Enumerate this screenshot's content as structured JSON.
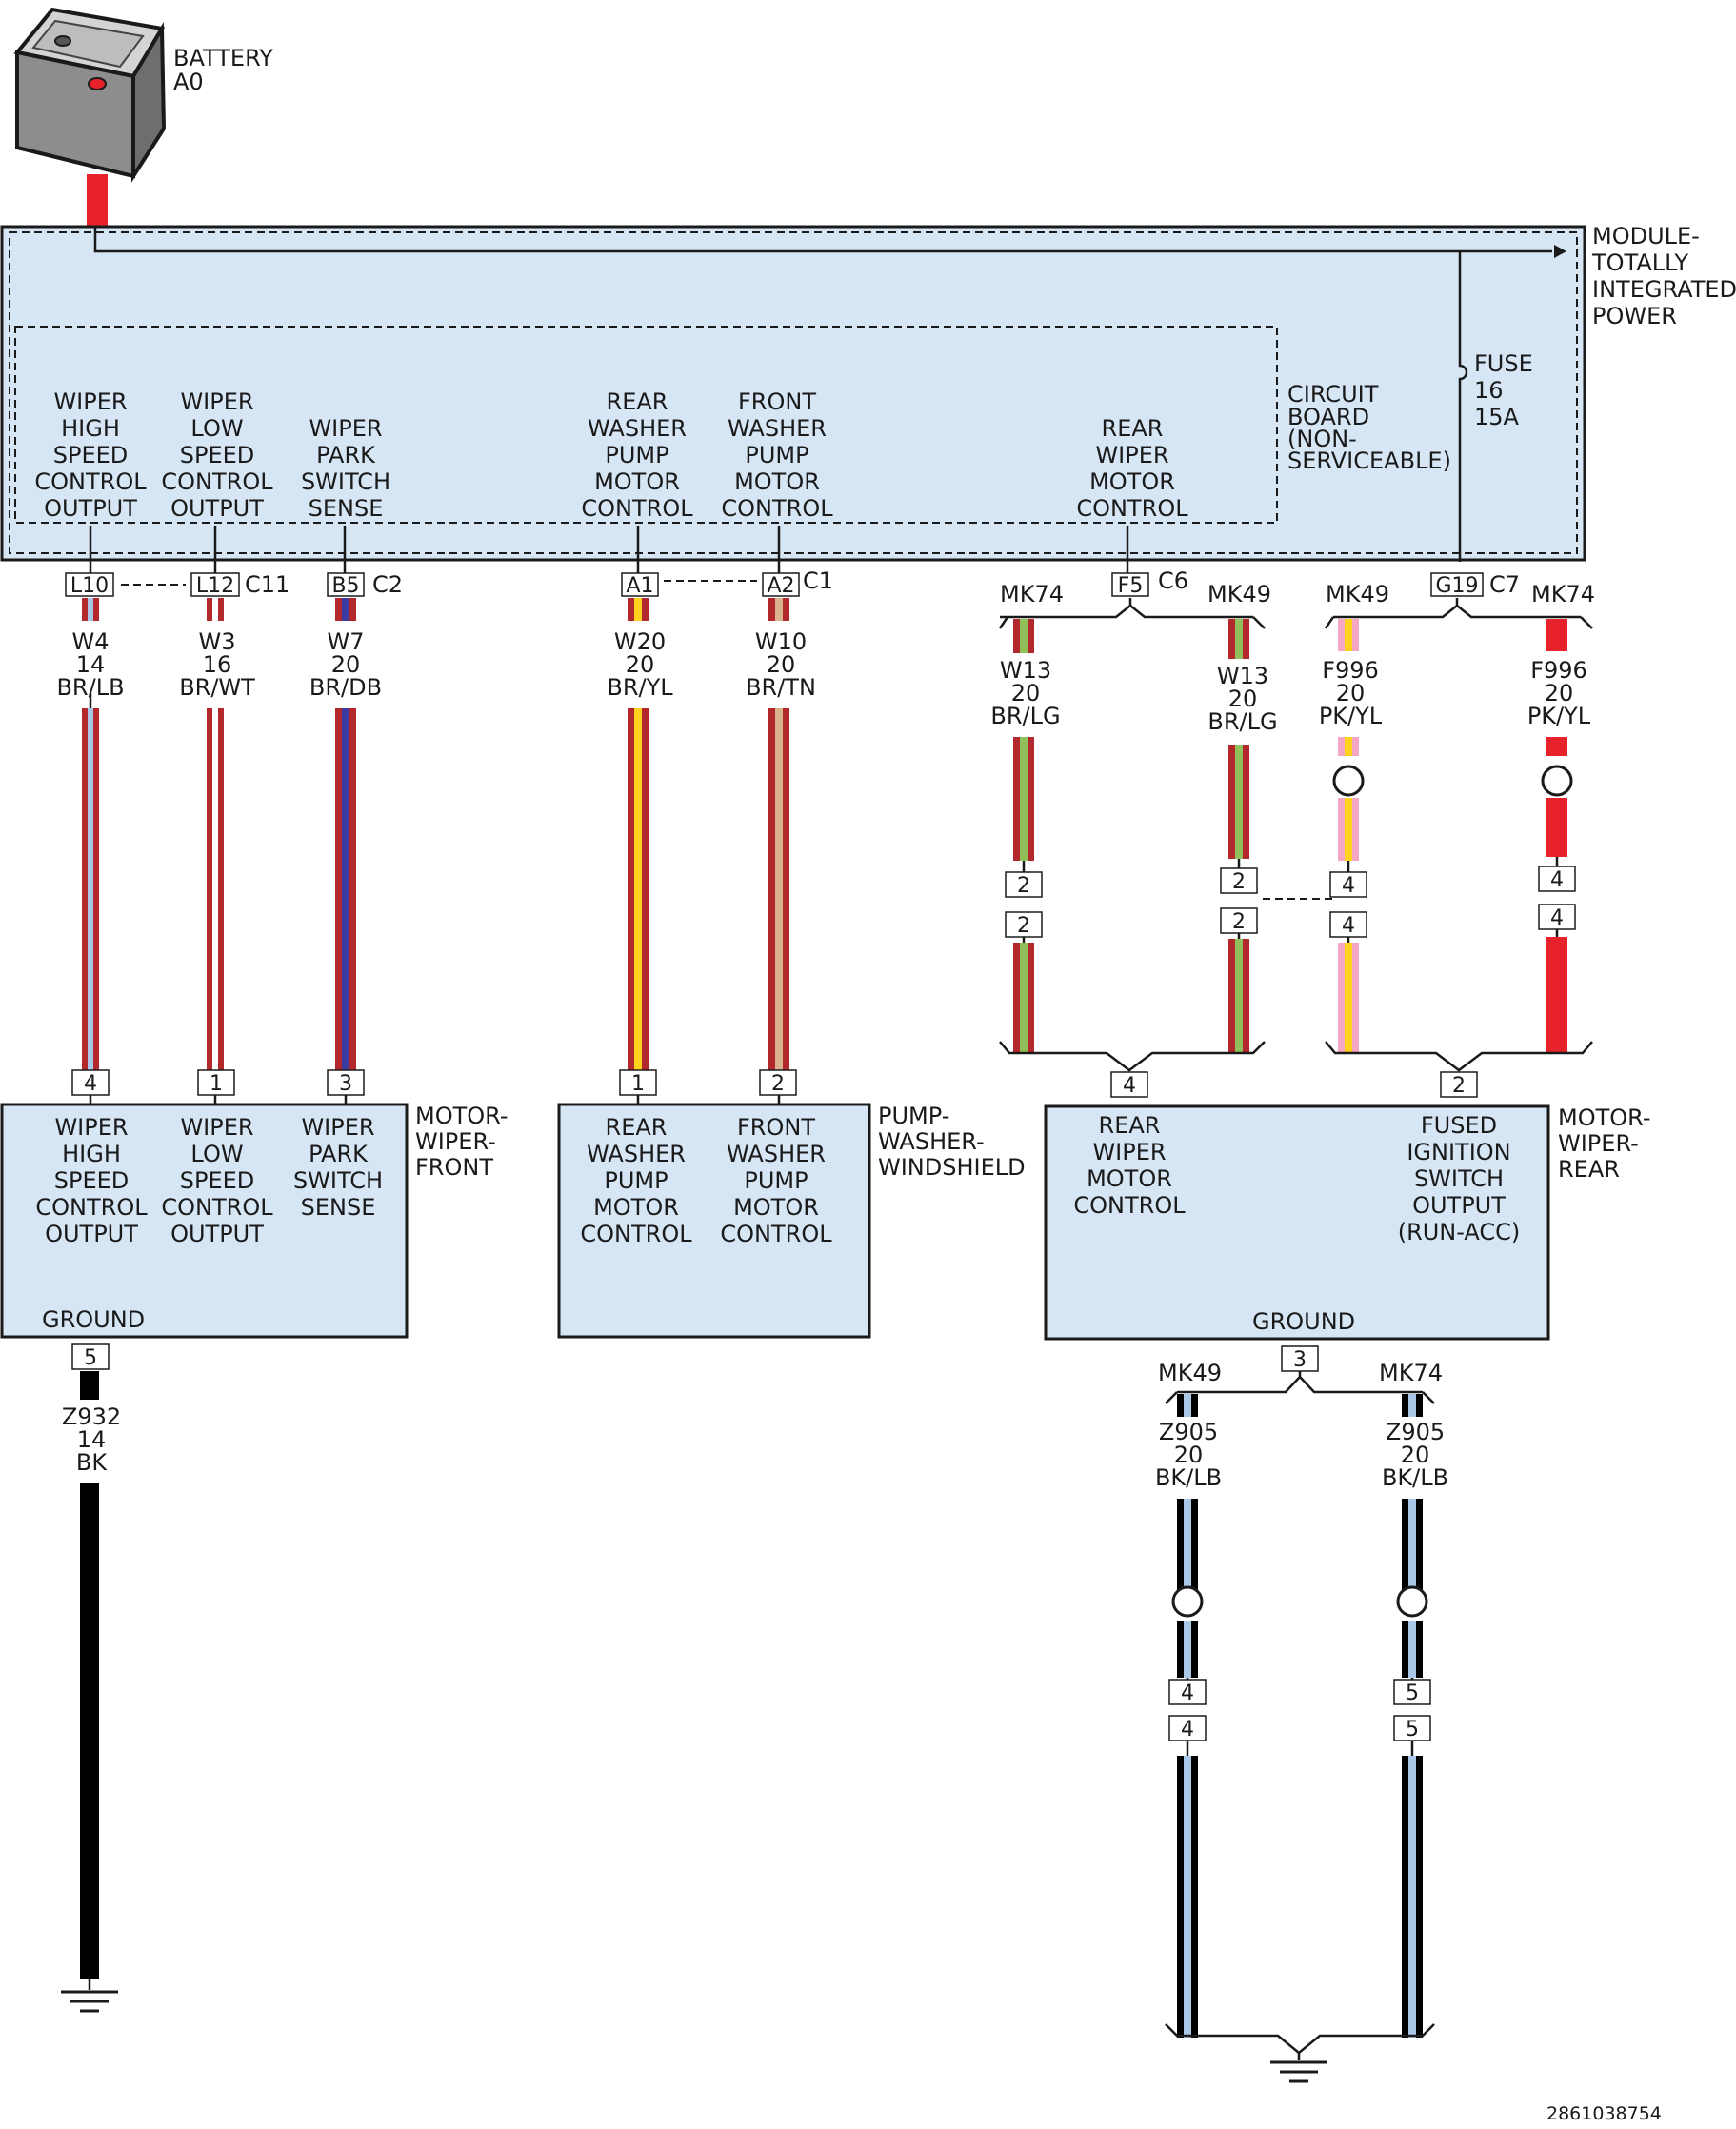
{
  "colors": {
    "panel_fill": "#d6e6f5",
    "battery_feed": "#e8222a",
    "wire_BR": "#b3282d",
    "wire_LB": "#a9c7e6",
    "wire_WT": "#ffffff",
    "wire_DB": "#3a3aa0",
    "wire_YL": "#ffd21f",
    "wire_TN": "#d9b38c",
    "wire_LG": "#8fc05a",
    "wire_PK": "#f4a6c4",
    "wire_BK": "#000000"
  },
  "battery": {
    "name": "BATTERY",
    "id": "A0"
  },
  "tipm": {
    "title_lines": [
      "MODULE-",
      "TOTALLY",
      "INTEGRATED",
      "POWER"
    ],
    "circuit_board_lines": [
      "CIRCUIT",
      "BOARD",
      "(NON-",
      "SERVICEABLE)"
    ],
    "fuse_lines": [
      "FUSE",
      "16",
      "15A"
    ],
    "functions": [
      [
        "WIPER",
        "HIGH",
        "SPEED",
        "CONTROL",
        "OUTPUT"
      ],
      [
        "WIPER",
        "LOW",
        "SPEED",
        "CONTROL",
        "OUTPUT"
      ],
      [
        "WIPER",
        "PARK",
        "SWITCH",
        "SENSE"
      ],
      [
        "REAR",
        "WASHER",
        "PUMP",
        "MOTOR",
        "CONTROL"
      ],
      [
        "FRONT",
        "WASHER",
        "PUMP",
        "MOTOR",
        "CONTROL"
      ],
      [
        "REAR",
        "WIPER",
        "MOTOR",
        "CONTROL"
      ]
    ],
    "pins": [
      "L10",
      "L12",
      "B5",
      "A1",
      "A2",
      "F5",
      "G19"
    ],
    "connectors": [
      "C11",
      "C2",
      "C1",
      "C6",
      "C7"
    ]
  },
  "wires": [
    [
      "W4",
      "14",
      "BR/LB"
    ],
    [
      "W3",
      "16",
      "BR/WT"
    ],
    [
      "W7",
      "20",
      "BR/DB"
    ],
    [
      "W20",
      "20",
      "BR/YL"
    ],
    [
      "W10",
      "20",
      "BR/TN"
    ],
    [
      "W13",
      "20",
      "BR/LG"
    ],
    [
      "W13",
      "20",
      "BR/LG"
    ],
    [
      "F996",
      "20",
      "PK/YL"
    ],
    [
      "F996",
      "20",
      "PK/YL"
    ],
    [
      "Z932",
      "14",
      "BK"
    ],
    [
      "Z905",
      "20",
      "BK/LB"
    ],
    [
      "Z905",
      "20",
      "BK/LB"
    ]
  ],
  "markers": [
    "MK74",
    "MK49",
    "MK49",
    "MK74",
    "MK49",
    "MK74"
  ],
  "inline_pins": [
    "2",
    "2",
    "2",
    "2",
    "4",
    "4",
    "4",
    "4",
    "4",
    "4",
    "5",
    "5"
  ],
  "motor_front": {
    "title_lines": [
      "MOTOR-",
      "WIPER-",
      "FRONT"
    ],
    "pins": [
      "4",
      "1",
      "3",
      "5"
    ],
    "functions": [
      [
        "WIPER",
        "HIGH",
        "SPEED",
        "CONTROL",
        "OUTPUT"
      ],
      [
        "WIPER",
        "LOW",
        "SPEED",
        "CONTROL",
        "OUTPUT"
      ],
      [
        "WIPER",
        "PARK",
        "SWITCH",
        "SENSE"
      ]
    ],
    "ground": "GROUND"
  },
  "pump": {
    "title_lines": [
      "PUMP-",
      "WASHER-",
      "WINDSHIELD"
    ],
    "pins": [
      "1",
      "2"
    ],
    "functions": [
      [
        "REAR",
        "WASHER",
        "PUMP",
        "MOTOR",
        "CONTROL"
      ],
      [
        "FRONT",
        "WASHER",
        "PUMP",
        "MOTOR",
        "CONTROL"
      ]
    ]
  },
  "motor_rear": {
    "title_lines": [
      "MOTOR-",
      "WIPER-",
      "REAR"
    ],
    "pins": [
      "4",
      "2",
      "3"
    ],
    "functions": [
      [
        "REAR",
        "WIPER",
        "MOTOR",
        "CONTROL"
      ],
      [
        "FUSED",
        "IGNITION",
        "SWITCH",
        "OUTPUT",
        "(RUN-ACC)"
      ]
    ],
    "ground": "GROUND"
  },
  "figure_id": "2861038754"
}
